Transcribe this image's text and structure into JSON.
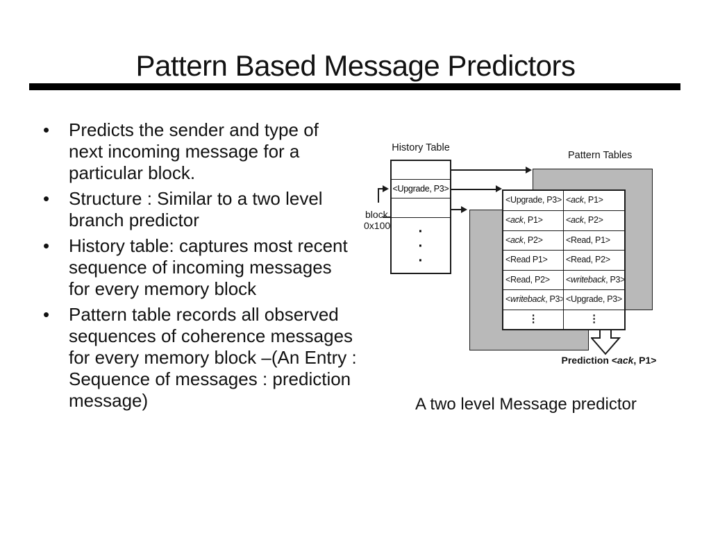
{
  "title": "Pattern Based Message Predictors",
  "bullet_char": "•",
  "bullets": [
    "Predicts the sender and type of next incoming message for a particular block.",
    "Structure : Similar to a two level branch predictor",
    "History table: captures most recent sequence of incoming messages for every memory block",
    "Pattern table records all observed sequences of coherence messages for every memory block –(An Entry : Sequence of messages : prediction message)"
  ],
  "caption": "A two level Message predictor",
  "diagram": {
    "history_label": "History Table",
    "history_entry": "<Upgrade, P3>",
    "history_dots": [
      "·",
      "·",
      "·"
    ],
    "block_label_line1": "block",
    "block_label_line2": "0x100",
    "pattern_label": "Pattern Tables",
    "pattern_rows": [
      [
        {
          "pre": "<Upgrade, P3>"
        },
        {
          "pre": "<",
          "it": "ack",
          "post": ", P1>"
        }
      ],
      [
        {
          "pre": "<",
          "it": "ack",
          "post": ", P1>"
        },
        {
          "pre": "<",
          "it": "ack",
          "post": ", P2>"
        }
      ],
      [
        {
          "pre": "<",
          "it": "ack",
          "post": ", P2>"
        },
        {
          "pre": "<Read, P1>"
        }
      ],
      [
        {
          "pre": "<Read P1>"
        },
        {
          "pre": "<Read, P2>"
        }
      ],
      [
        {
          "pre": "<Read, P2>"
        },
        {
          "pre": "<",
          "it": "writeback",
          "post": ", P3>"
        }
      ],
      [
        {
          "pre": "<",
          "it": "writeback",
          "post": ", P3>"
        },
        {
          "pre": "<Upgrade, P3>"
        }
      ],
      [
        {
          "dots": "⋮"
        },
        {
          "dots": "⋮"
        }
      ]
    ],
    "prediction_prefix": "Prediction <",
    "prediction_italic": "ack",
    "prediction_suffix": ", P1>"
  },
  "colors": {
    "table_gray": "#b9b9b9",
    "line_black": "#1a1a1a"
  }
}
